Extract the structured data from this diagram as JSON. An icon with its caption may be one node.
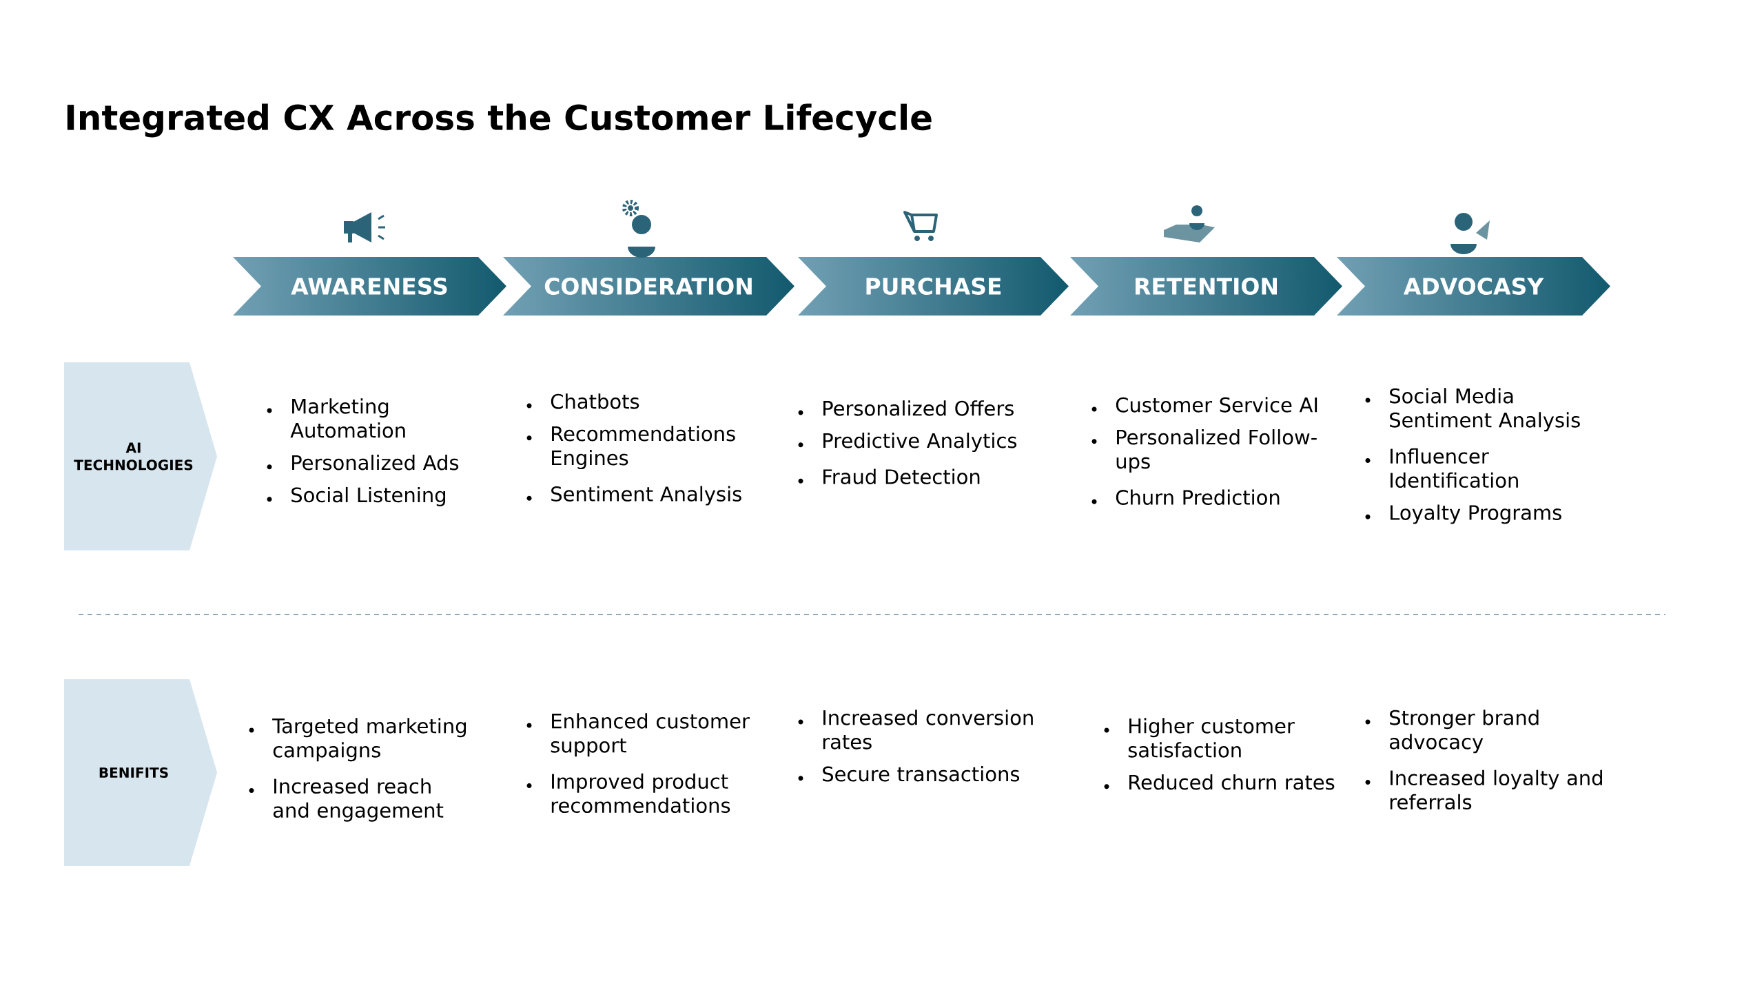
{
  "diagram": {
    "title": "Integrated CX Across the Customer Lifecycle",
    "nodes": [
      {
        "text": [
          "AWARENESS"
        ]
      },
      {
        "text": [
          "CONSIDERATION"
        ]
      },
      {
        "text": [
          "PURCHASE"
        ]
      },
      {
        "text": [
          "RETENTION"
        ]
      },
      {
        "text": [
          "ADVOCASY"
        ]
      },
      {
        "text": [
          "AI TECHNOLOGIES"
        ]
      },
      {
        "text": [
          "BENIFITS"
        ]
      }
    ],
    "labels": [
      "Marketing Automation",
      "Personalized Ads",
      "Social Listening",
      "Chatbots",
      "Recommendations Engines",
      "Sentiment Analysis",
      "Personalized Offers",
      "Predictive Analytics",
      "Fraud Detection",
      "Customer Service AI",
      "Personalized Follow-ups",
      "Churn Prediction",
      "Social Media Sentiment Analysis",
      "Influencer Identification",
      "Loyalty Programs",
      "Targeted marketing campaigns",
      "Increased reach and engagement",
      "Enhanced customer support",
      "Improved product recommendations",
      "Increased conversion rates",
      "Secure transactions",
      "Higher customer satisfaction",
      "Reduced churn rates",
      "Stronger brand advocacy",
      "Increased loyalty and referrals"
    ]
  }
}
